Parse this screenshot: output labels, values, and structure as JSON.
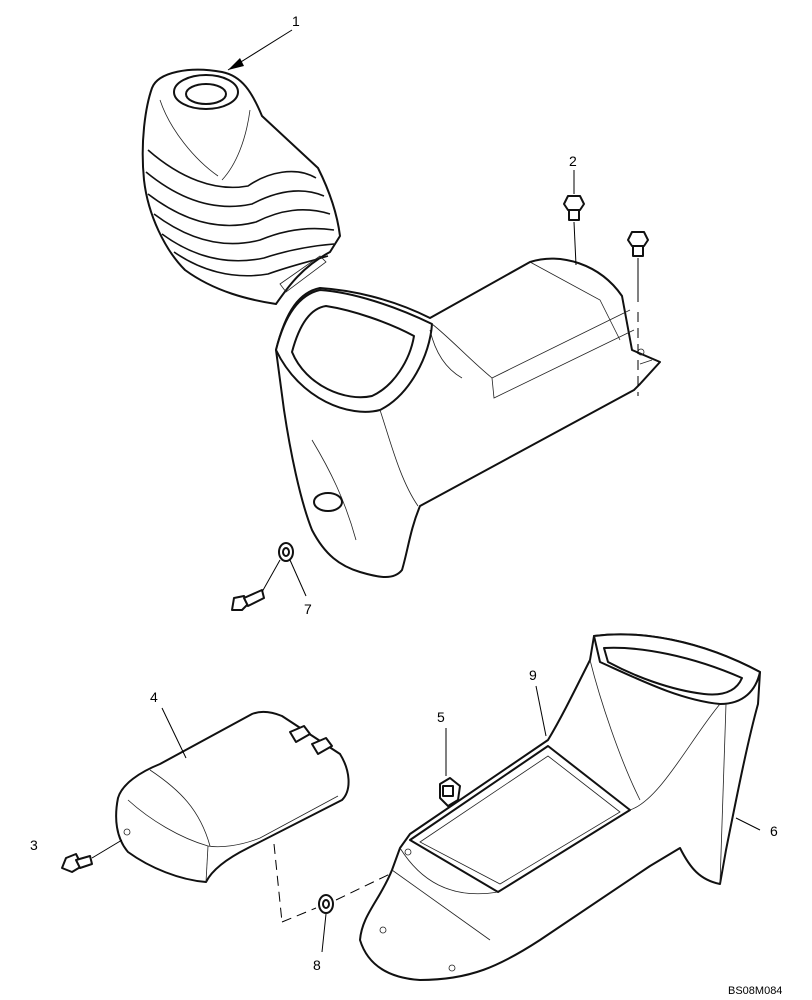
{
  "callouts": {
    "c1": "1",
    "c2": "2",
    "c3": "3",
    "c4": "4",
    "c5": "5",
    "c6": "6",
    "c7": "7",
    "c8": "8",
    "c9": "9"
  },
  "drawing_code": "BS08M084"
}
